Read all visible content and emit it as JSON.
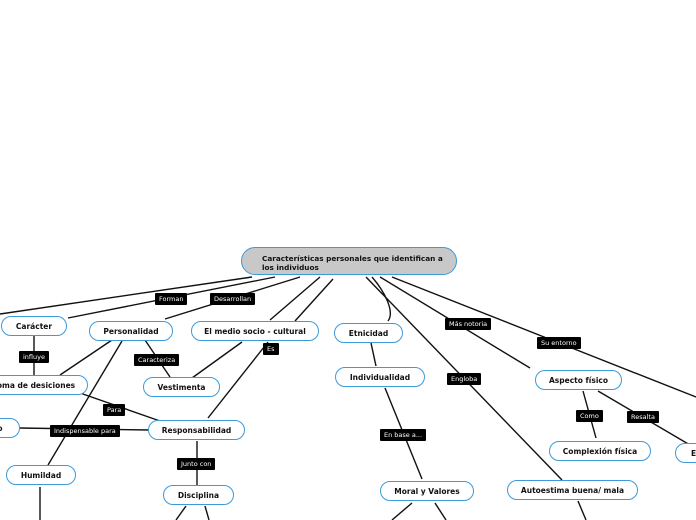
{
  "root": "Características personales que identifican a los individuos",
  "nodes": {
    "caracter": "Carácter",
    "personalidad": "Personalidad",
    "medio": "El medio socio - cultural",
    "etnicidad": "Etnicidad",
    "decisiones": "oma de desiciones",
    "vestimenta": "Vestimenta",
    "individualidad": "Individualidad",
    "aspecto": "Aspecto físico",
    "left_cut": "o",
    "responsabilidad": "Responsabilidad",
    "complexion": "Complexión física",
    "right_cut": "E",
    "humildad": "Humildad",
    "disciplina": "Disciplina",
    "moral": "Moral y Valores",
    "autoestima": "Autoestima buena/ mala"
  },
  "labels": {
    "forman": "Forman",
    "desarrollan": "Desarrollan",
    "mas_notoria": "Más notoria",
    "su_entorno": "Su entorno",
    "influye": "influye",
    "caracteriza": "Caracteriza",
    "es": "Es",
    "engloba": "Engloba",
    "para": "Para",
    "indispensable": "Indispensable para",
    "en_base": "En base a...",
    "como": "Como",
    "resalta": "Resalta",
    "junto_con": "Junto con"
  }
}
